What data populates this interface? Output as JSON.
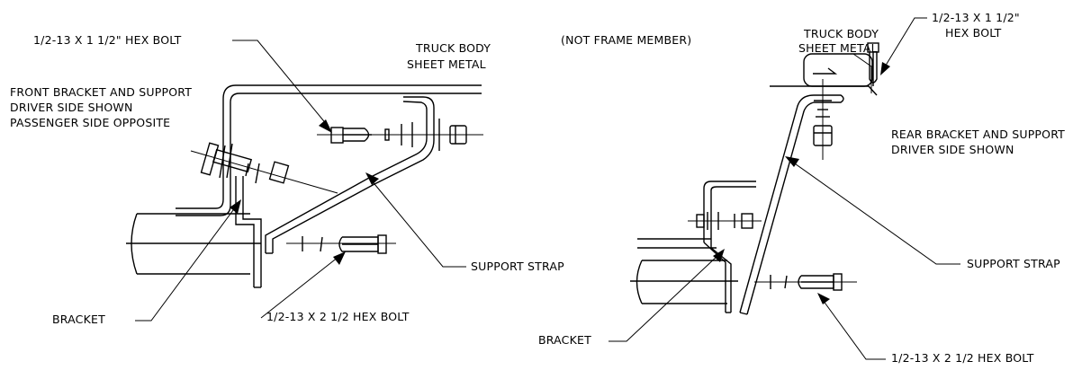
{
  "colors": {
    "line": "#000000",
    "background": "#ffffff"
  },
  "front": {
    "bolt_top": "1/2-13 X 1 1/2\" HEX BOLT",
    "sheet_metal_line1": "TRUCK BODY",
    "sheet_metal_line2": "SHEET METAL",
    "title_line1": "FRONT BRACKET AND SUPPORT",
    "title_line2": "DRIVER SIDE SHOWN",
    "title_line3": "PASSENGER SIDE OPPOSITE",
    "support_strap": "SUPPORT STRAP",
    "bracket": "BRACKET",
    "bolt_bottom": "1/2-13 X 2 1/2 HEX BOLT"
  },
  "rear": {
    "not_frame_member": "(NOT FRAME MEMBER)",
    "sheet_metal_line1": "TRUCK BODY",
    "sheet_metal_line2": "SHEET METAL",
    "bolt_top_line1": "1/2-13 X 1 1/2\"",
    "bolt_top_line2": "HEX BOLT",
    "title_line1": "REAR BRACKET AND SUPPORT",
    "title_line2": "DRIVER SIDE SHOWN",
    "support_strap": "SUPPORT STRAP",
    "bracket": "BRACKET",
    "bolt_bottom": "1/2-13 X 2 1/2 HEX BOLT"
  }
}
